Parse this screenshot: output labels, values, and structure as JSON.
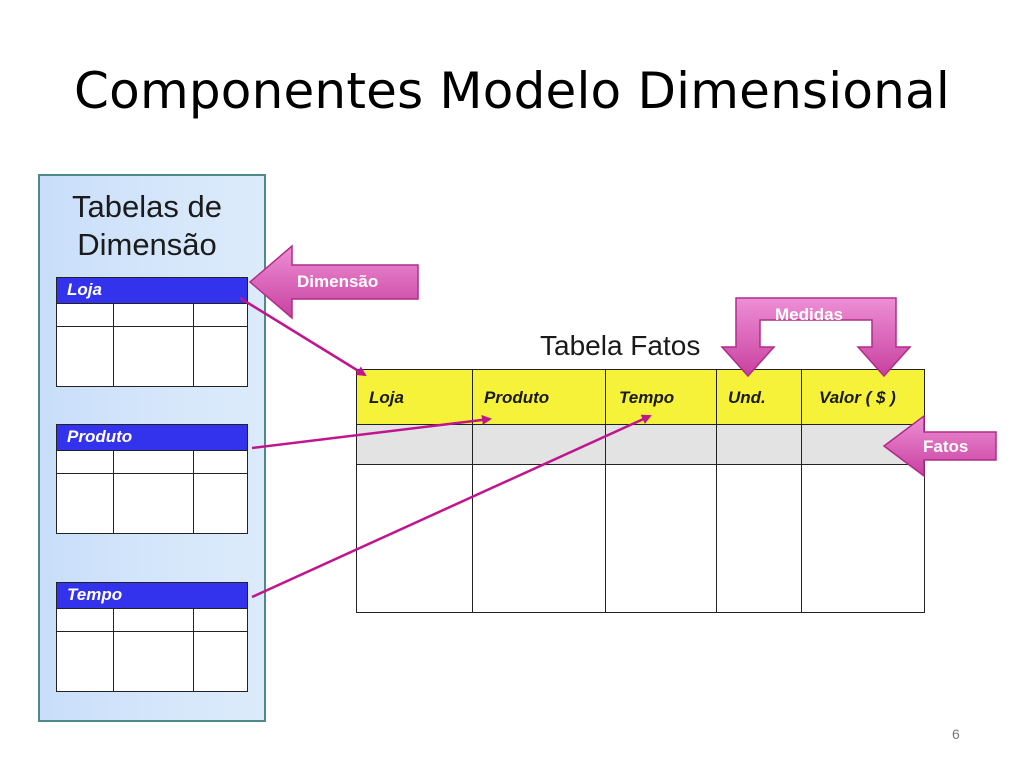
{
  "title": "Componentes Modelo Dimensional",
  "dimension_panel": {
    "title_line1": "Tabelas de",
    "title_line2": "Dimensão",
    "tables": [
      {
        "name": "Loja"
      },
      {
        "name": "Produto"
      },
      {
        "name": "Tempo"
      }
    ]
  },
  "fact_table": {
    "title": "Tabela Fatos",
    "columns": [
      "Loja",
      "Produto",
      "Tempo",
      "Und.",
      "Valor ( $ )"
    ]
  },
  "callouts": {
    "dimension": "Dimensão",
    "measures": "Medidas",
    "facts": "Fatos"
  },
  "page_number": "6",
  "colors": {
    "dim_header": "#3333ee",
    "fact_header": "#f6f23a",
    "arrow": "#c0158f",
    "callout": "#d957b4"
  }
}
